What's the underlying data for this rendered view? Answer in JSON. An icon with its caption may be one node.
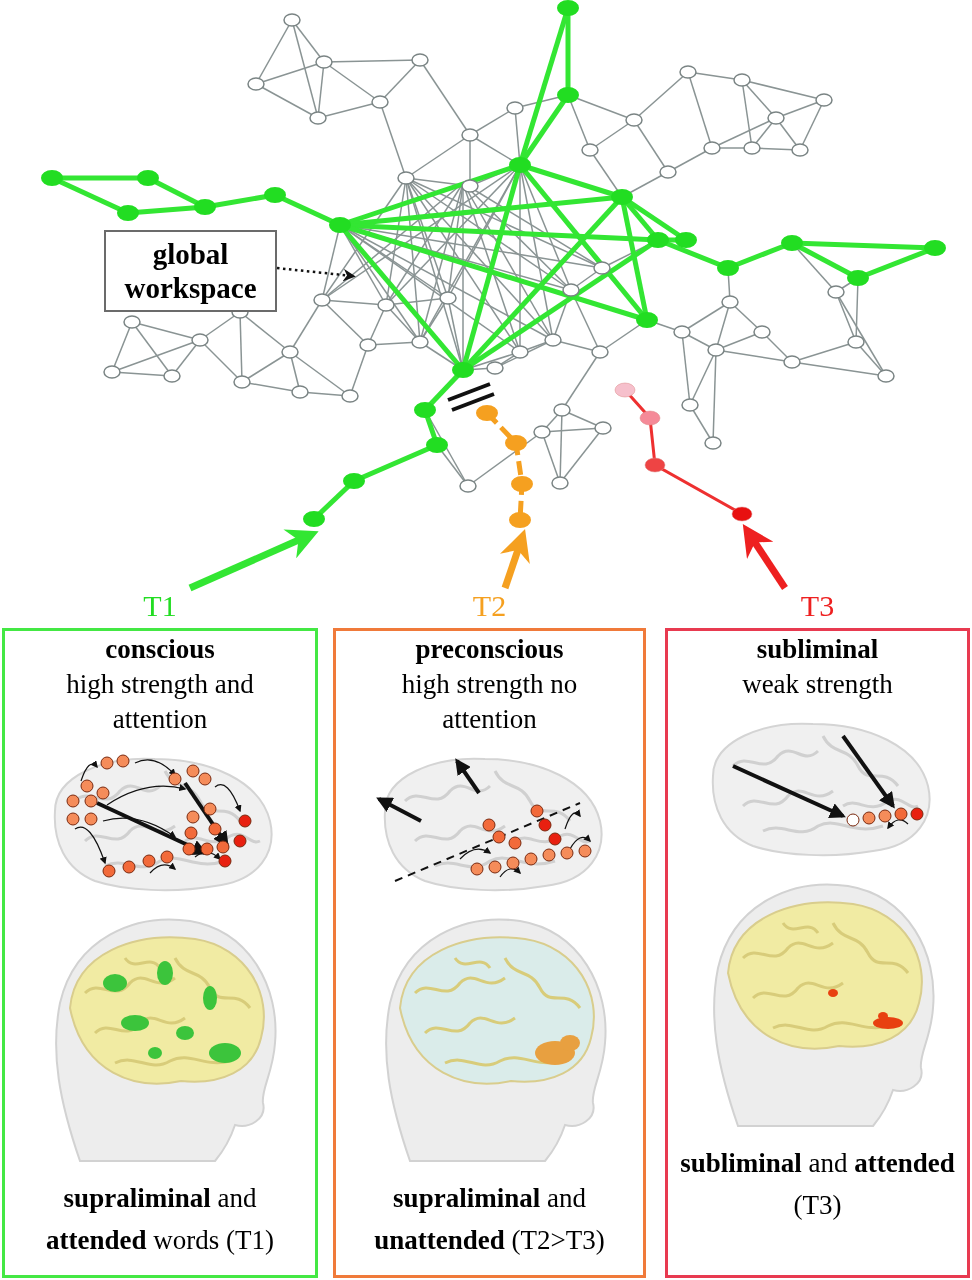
{
  "diagram": {
    "nodes": [
      {
        "text": [
          "global workspace"
        ]
      },
      {
        "text": [
          "T1",
          "conscious",
          "high strength and attention",
          "**supraliminal** and **attended** words (T1)"
        ]
      },
      {
        "text": [
          "T2",
          "preconscious",
          "high strength no attention",
          "**supraliminal** and **unattended** (T2>T3)"
        ]
      },
      {
        "text": [
          "T3",
          "subliminal",
          "weak strength",
          "**subliminal** and **attended** (T3)"
        ]
      }
    ],
    "edges": [
      {
        "from": 0,
        "to": null,
        "arrow": "to",
        "style": "dashed",
        "color": "#111111"
      },
      {
        "from": 1,
        "to": null,
        "arrow": "to",
        "color": "#33e633"
      },
      {
        "from": 2,
        "to": null,
        "arrow": "to",
        "color": "#f5a020"
      },
      {
        "from": 3,
        "to": null,
        "arrow": "to",
        "color": "#ee2020"
      }
    ]
  }
}
